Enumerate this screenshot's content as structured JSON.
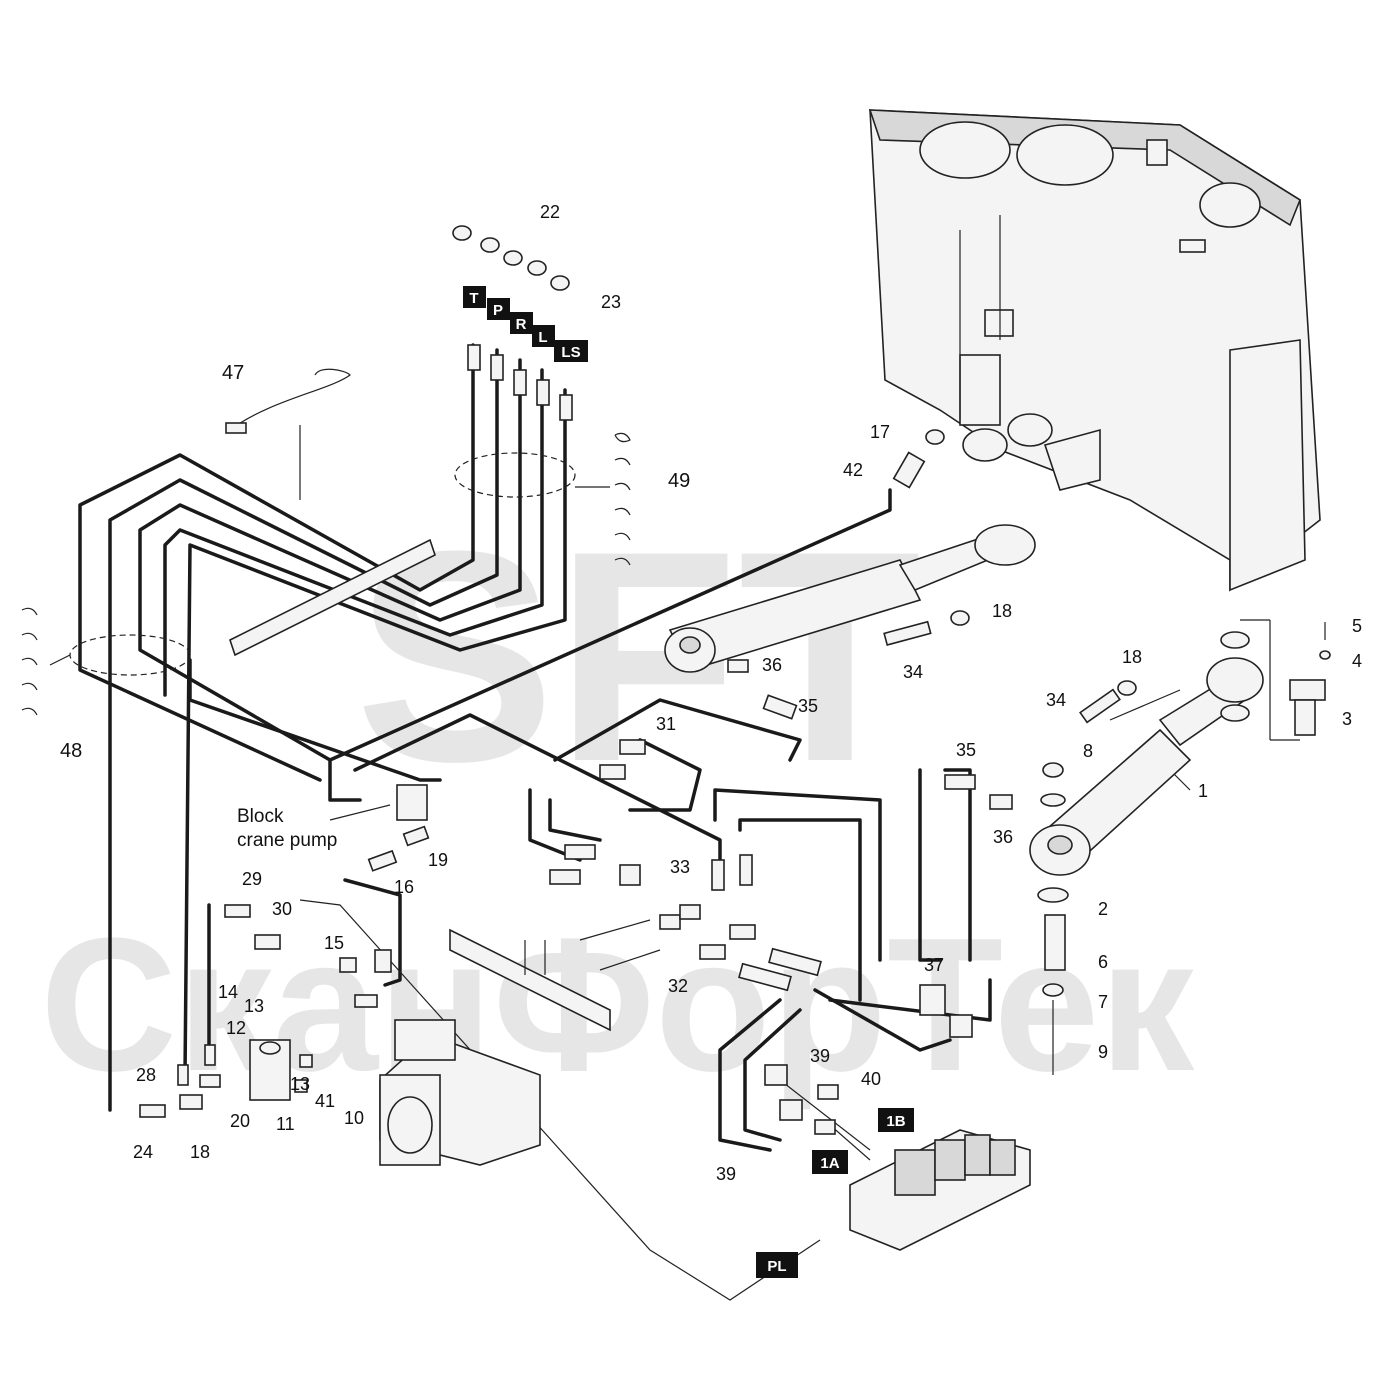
{
  "watermark": {
    "logo_text": "SFT",
    "brand_text": "СканФорТек",
    "color": "#e6e6e6"
  },
  "block_label": {
    "line1": "Block",
    "line2": "crane pump"
  },
  "port_tags": {
    "T": "T",
    "P": "P",
    "R": "R",
    "L": "L",
    "LS": "LS",
    "1B": "1B",
    "1A": "1A",
    "PL": "PL"
  },
  "callouts": {
    "c1": "1",
    "c2": "2",
    "c3": "3",
    "c4": "4",
    "c5": "5",
    "c6": "6",
    "c7": "7",
    "c8": "8",
    "c9": "9",
    "c10": "10",
    "c11": "11",
    "c12": "12",
    "c13a": "13",
    "c13b": "13",
    "c14": "14",
    "c15": "15",
    "c16": "16",
    "c17": "17",
    "c18a": "18",
    "c18b": "18",
    "c18c": "18",
    "c19": "19",
    "c20": "20",
    "c22": "22",
    "c23": "23",
    "c24": "24",
    "c28": "28",
    "c29": "29",
    "c30": "30",
    "c31": "31",
    "c32": "32",
    "c33": "33",
    "c34a": "34",
    "c34b": "34",
    "c35a": "35",
    "c35b": "35",
    "c36a": "36",
    "c36b": "36",
    "c37": "37",
    "c39a": "39",
    "c39b": "39",
    "c40": "40",
    "c41": "41",
    "c42": "42",
    "c47": "47",
    "c48": "48",
    "c49": "49"
  },
  "colors": {
    "ink": "#111111",
    "tag_fill": "#111111",
    "tag_text": "#ffffff",
    "part_fill": "#f4f4f4"
  }
}
